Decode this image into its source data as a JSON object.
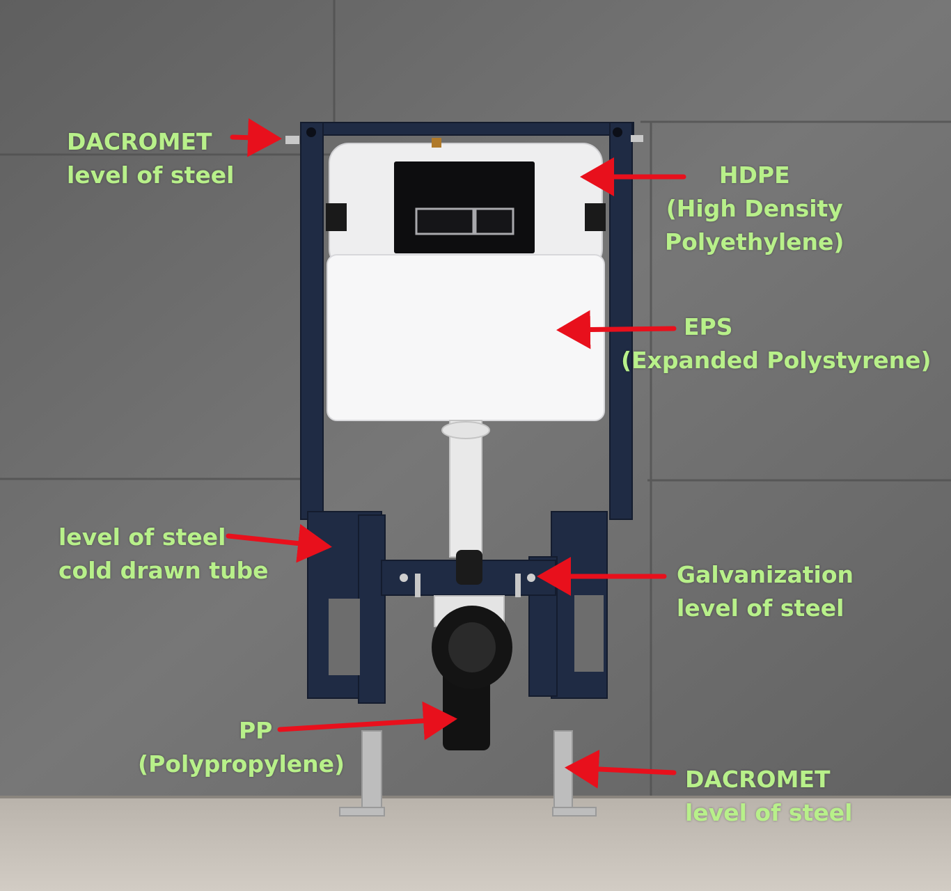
{
  "colors": {
    "label_text": "#b8f08a",
    "arrow": "#e8101c",
    "frame": "#1f2b44",
    "wall": "#6d6d6d",
    "floor": "#c9c3bb"
  },
  "labels": {
    "dacromet_top": {
      "line1": "DACROMET",
      "line2": "level of steel"
    },
    "hdpe": {
      "line1": "HDPE",
      "line2": "(High Density",
      "line3": "Polyethylene)"
    },
    "eps": {
      "line1": "EPS",
      "line2": "(Expanded Polystyrene)"
    },
    "cold_drawn": {
      "line1": "level of steel",
      "line2": "cold drawn tube"
    },
    "galvanization": {
      "line1": "Galvanization",
      "line2": "level of steel"
    },
    "pp": {
      "line1": "PP",
      "line2": "(Polypropylene)"
    },
    "dacromet_bottom": {
      "line1": "DACROMET",
      "line2": "level of steel"
    }
  }
}
